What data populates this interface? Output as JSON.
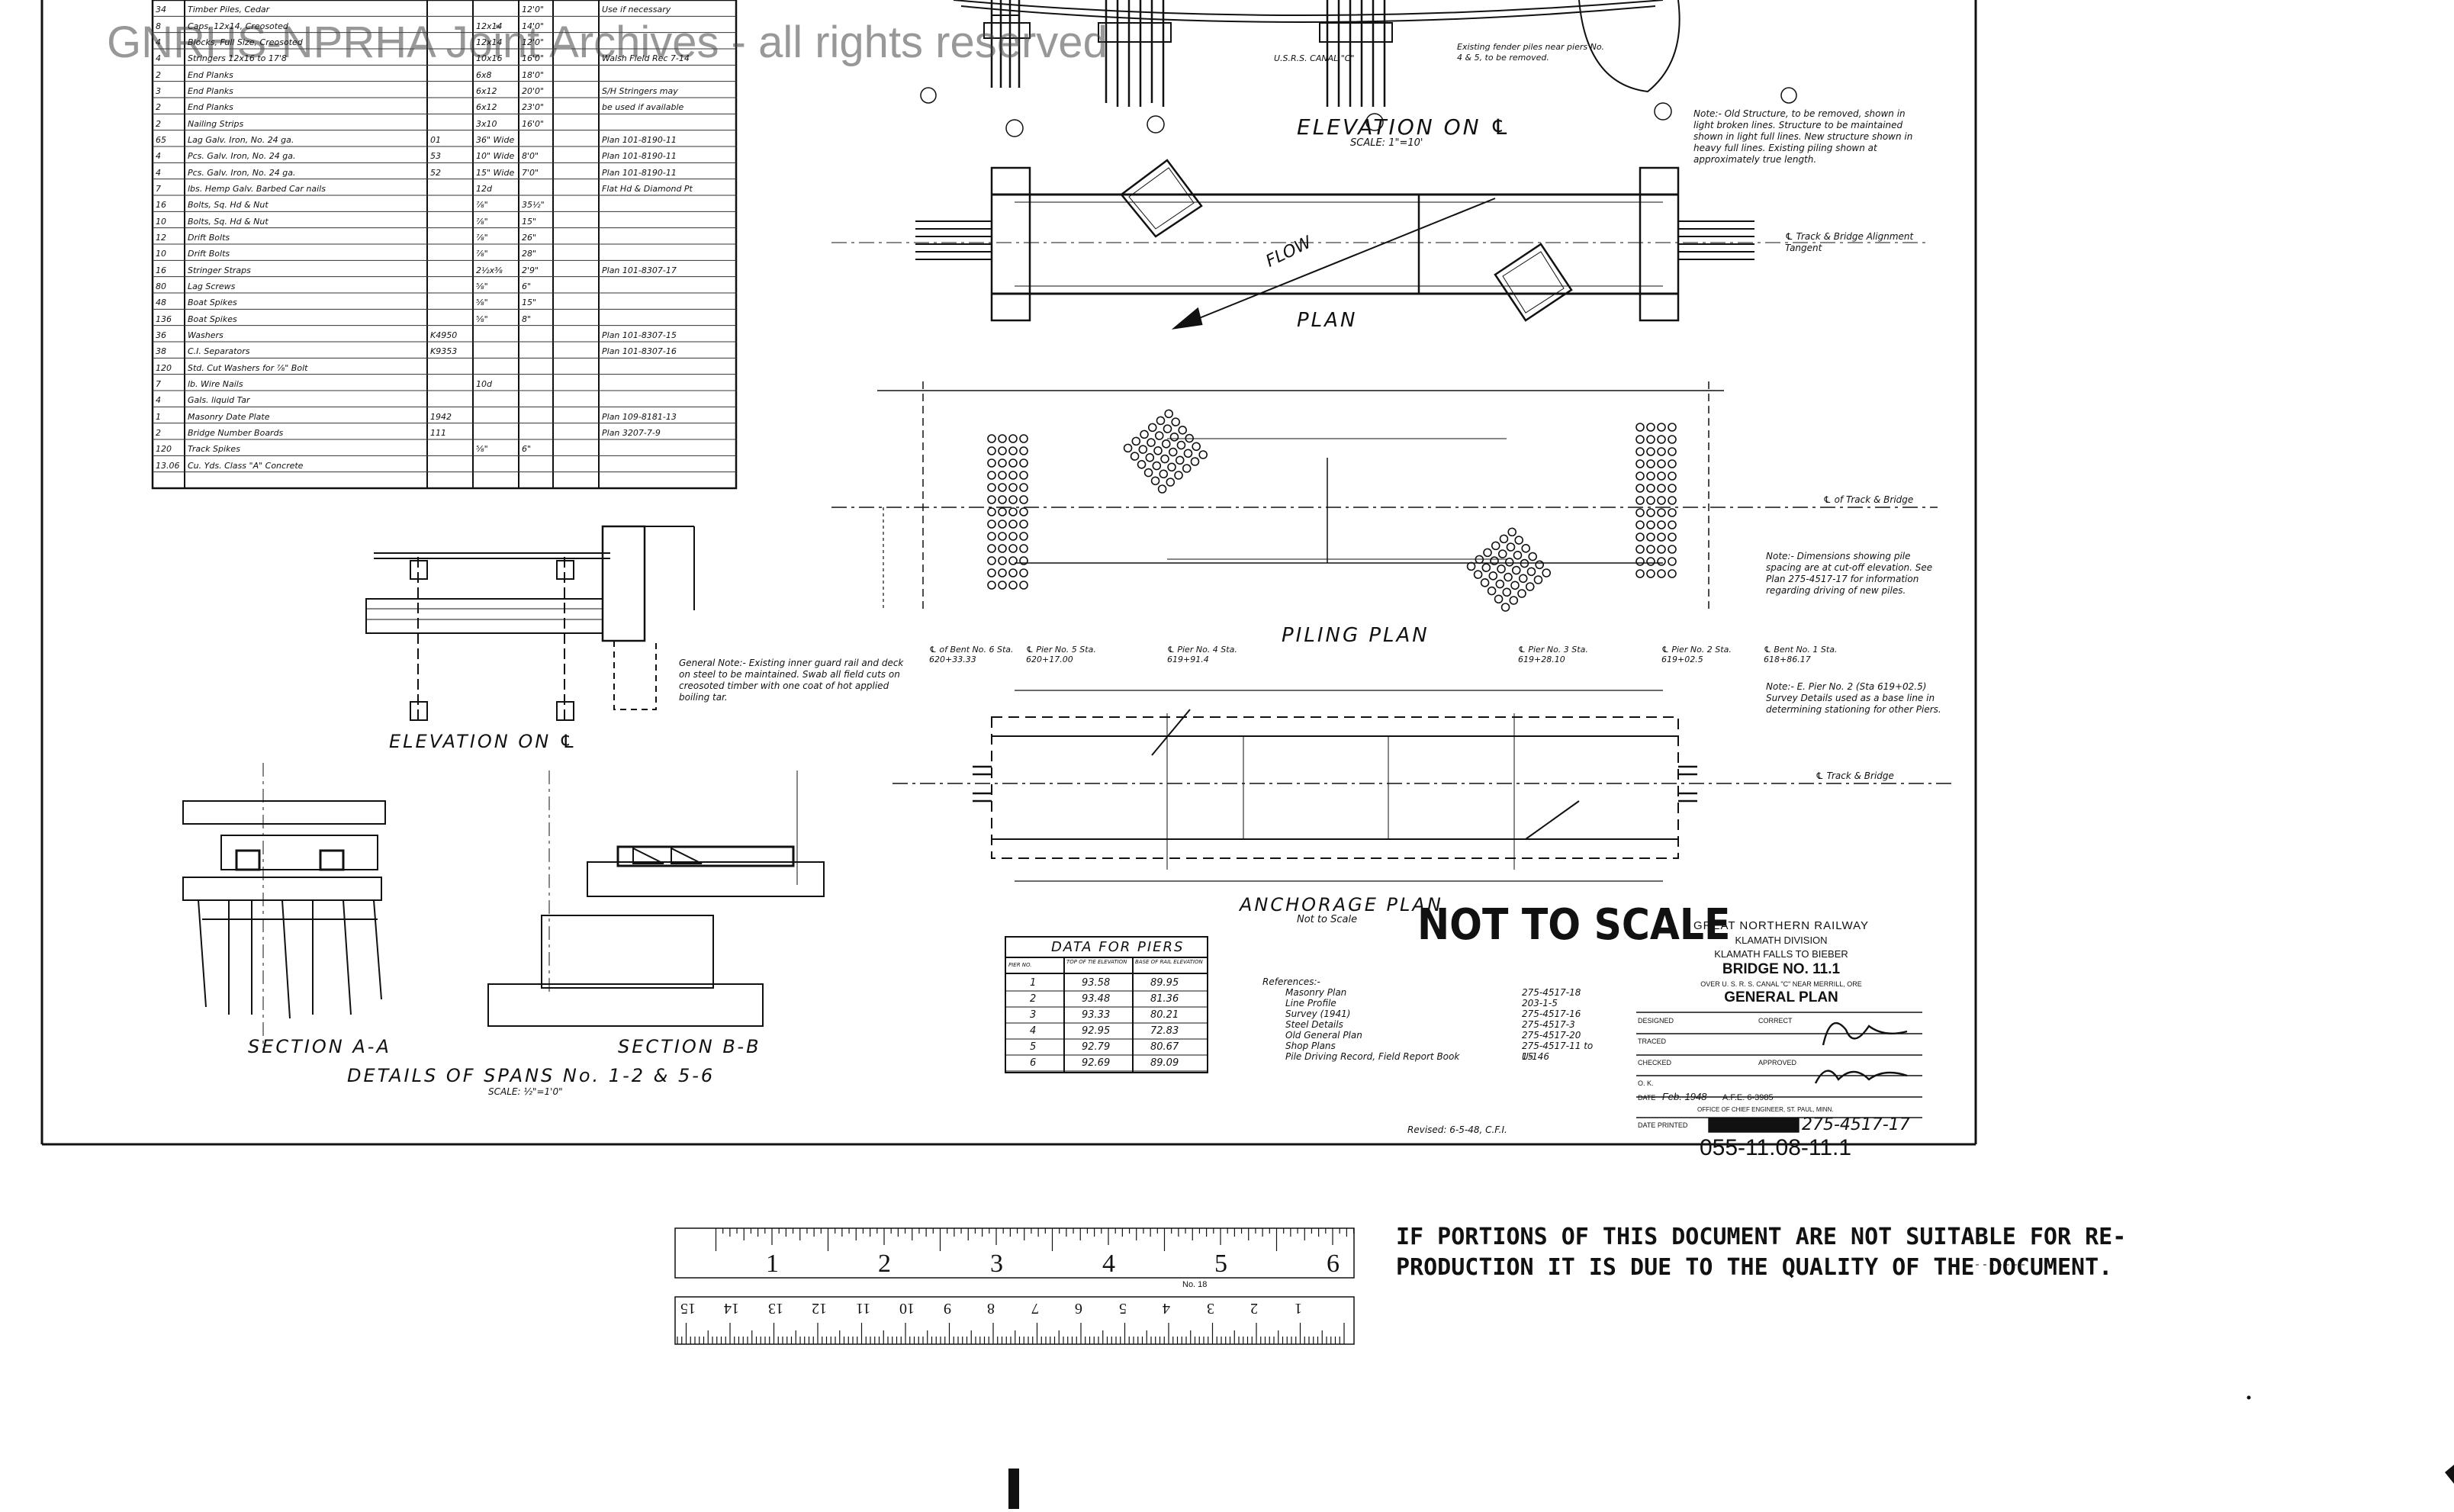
{
  "watermark": "GNRHS-NPRHA Joint Archives - all rights reserved",
  "stamp_scale": "NOT TO SCALE",
  "disclaimer": {
    "line1": "IF PORTIONS OF THIS DOCUMENT ARE NOT SUITABLE FOR RE-",
    "line2": "PRODUCTION IT IS DUE TO THE QUALITY OF THE DOCUMENT."
  },
  "drawing_number": "055-11.08-11.1",
  "title_block": {
    "railway": "GREAT NORTHERN RAILWAY",
    "division": "KLAMATH DIVISION",
    "route": "KLAMATH FALLS TO BIEBER",
    "bridge": "BRIDGE NO. 11.1",
    "over": "OVER U. S. R. S. CANAL \"C\"  NEAR  MERRILL, ORE",
    "plan": "GENERAL  PLAN",
    "designed": "DESIGNED",
    "traced": "TRACED",
    "checked": "CHECKED",
    "ok": "O. K.",
    "correct": "CORRECT",
    "approved": "APPROVED",
    "date": "DATE",
    "date_value": "Feb. 1948",
    "afe": "A.F.E. 6-3985",
    "office": "OFFICE OF CHIEF ENGINEER, ST. PAUL, MINN.",
    "date_printed": "DATE PRINTED",
    "plan_number": "275-4517-17"
  },
  "views": {
    "elevation_c": "ELEVATION ON ℄",
    "elevation_scale": "SCALE: 1\"=10'",
    "plan": "PLAN",
    "piling_plan": "PILING PLAN",
    "anchorage_plan": "ANCHORAGE PLAN",
    "anchorage_scale": "Not to Scale",
    "detail_elevation": "ELEVATION ON ℄",
    "section_aa": "SECTION A-A",
    "section_bb": "SECTION B-B",
    "details_spans": "DETAILS OF SPANS No. 1-2 & 5-6",
    "details_scale": "SCALE: ½\"=1'0\"",
    "flow": "FLOW"
  },
  "piers_table": {
    "title": "DATA FOR PIERS",
    "headers": [
      "PIER NO.",
      "TOP OF TIE ELEVATION",
      "BASE OF RAIL ELEVATION"
    ],
    "rows": [
      [
        "1",
        "93.58",
        "89.95"
      ],
      [
        "2",
        "93.48",
        "81.36"
      ],
      [
        "3",
        "93.33",
        "80.21"
      ],
      [
        "4",
        "92.95",
        "72.83"
      ],
      [
        "5",
        "92.79",
        "80.67"
      ],
      [
        "6",
        "92.69",
        "89.09"
      ]
    ]
  },
  "references": {
    "title": "References:-",
    "items": [
      [
        "Masonry Plan",
        "275-4517-18"
      ],
      [
        "Line Profile",
        "203-1-5"
      ],
      [
        "Survey (1941)",
        "275-4517-16"
      ],
      [
        "Steel Details",
        "275-4517-3"
      ],
      [
        "Old General Plan",
        "275-4517-20"
      ],
      [
        "Shop Plans",
        "275-4517-11 to 15"
      ],
      [
        "Pile Driving Record, Field Report Book",
        "U-146"
      ]
    ],
    "revised": "Revised: 6-5-48, C.F.I."
  },
  "materials": [
    [
      "34",
      "Timber Piles, Cedar",
      "",
      "",
      "12'0\"",
      "",
      "Use if necessary"
    ],
    [
      "8",
      "Caps, 12x14, Creosoted",
      "",
      "12x14",
      "14'0\"",
      "",
      ""
    ],
    [
      "4",
      "Blocks, Full Size, Creosoted",
      "",
      "12x14",
      "12'0\"",
      "",
      ""
    ],
    [
      "4",
      "Stringers 12x16 to 17'8",
      "",
      "10x16",
      "16'0\"",
      "",
      "Walsh Field Rec 7-14"
    ],
    [
      "2",
      "End Planks",
      "",
      "6x8",
      "18'0\"",
      "",
      ""
    ],
    [
      "3",
      "End Planks",
      "",
      "6x12",
      "20'0\"",
      "",
      "S/H Stringers may"
    ],
    [
      "2",
      "End Planks",
      "",
      "6x12",
      "23'0\"",
      "",
      "be used if available"
    ],
    [
      "2",
      "Nailing Strips",
      "",
      "3x10",
      "16'0\"",
      "",
      ""
    ],
    [
      "65",
      "Lag Galv. Iron, No. 24 ga.",
      "01",
      "36\" Wide",
      "",
      "",
      "Plan 101-8190-11"
    ],
    [
      "4",
      "Pcs. Galv. Iron, No. 24 ga.",
      "53",
      "10\" Wide",
      "8'0\"",
      "",
      "Plan 101-8190-11"
    ],
    [
      "4",
      "Pcs. Galv. Iron, No. 24 ga.",
      "52",
      "15\" Wide",
      "7'0\"",
      "",
      "Plan 101-8190-11"
    ],
    [
      "7",
      "lbs. Hemp Galv. Barbed Car nails",
      "",
      "12d",
      "",
      "",
      "Flat Hd & Diamond Pt"
    ],
    [
      "16",
      "Bolts, Sq. Hd & Nut",
      "",
      "⅞\"",
      "35½\"",
      "",
      ""
    ],
    [
      "10",
      "Bolts, Sq. Hd & Nut",
      "",
      "⅞\"",
      "15\"",
      "",
      ""
    ],
    [
      "12",
      "Drift Bolts",
      "",
      "⅞\"",
      "26\"",
      "",
      ""
    ],
    [
      "10",
      "Drift Bolts",
      "",
      "⅞\"",
      "28\"",
      "",
      ""
    ],
    [
      "16",
      "Stringer Straps",
      "",
      "2½x⅜",
      "2'9\"",
      "",
      "Plan 101-8307-17"
    ],
    [
      "80",
      "Lag Screws",
      "",
      "⅝\"",
      "6\"",
      "",
      ""
    ],
    [
      "48",
      "Boat Spikes",
      "",
      "⅝\"",
      "15\"",
      "",
      ""
    ],
    [
      "136",
      "Boat Spikes",
      "",
      "⅝\"",
      "8\"",
      "",
      ""
    ],
    [
      "36",
      "Washers",
      "K4950",
      "",
      "",
      "",
      "Plan 101-8307-15"
    ],
    [
      "38",
      "C.I. Separators",
      "K9353",
      "",
      "",
      "",
      "Plan 101-8307-16"
    ],
    [
      "120",
      "Std. Cut Washers for ⅞\" Bolt",
      "",
      "",
      "",
      "",
      ""
    ],
    [
      "7",
      "lb. Wire Nails",
      "",
      "10d",
      "",
      "",
      ""
    ],
    [
      "4",
      "Gals. liquid Tar",
      "",
      "",
      "",
      "",
      ""
    ],
    [
      "1",
      "Masonry Date Plate",
      "1942",
      "",
      "",
      "",
      "Plan 109-8181-13"
    ],
    [
      "2",
      "Bridge Number Boards",
      "111",
      "",
      "",
      "",
      "Plan 3207-7-9"
    ],
    [
      "120",
      "Track Spikes",
      "",
      "⅝\"",
      "6\"",
      "",
      ""
    ],
    [
      "13.06",
      "Cu. Yds. Class \"A\" Concrete",
      "",
      "",
      "",
      "",
      ""
    ]
  ],
  "ruler": {
    "top_marks": [
      "1",
      "2",
      "3",
      "4",
      "5",
      "6"
    ],
    "bottom_marks": [
      "1",
      "2",
      "3",
      "4",
      "5",
      "6",
      "7",
      "8",
      "9",
      "10",
      "11",
      "12",
      "13",
      "14",
      "15"
    ],
    "maker": "No. 18"
  },
  "notes": {
    "n1": "Note:- Old Structure, to be removed, shown in light broken lines. Structure to be maintained shown in light full lines. New structure shown in heavy full lines. Existing piling shown at approximately true length.",
    "n2": "Note:- Dimensions showing pile spacing are at cut-off elevation. See Plan 275-4517-17 for information regarding driving of new piles.",
    "n3": "Note:- E. Pier No. 2 (Sta 619+02.5) Survey Details used as a base line in determining stationing for other Piers.",
    "general": "General Note:- Existing inner guard rail and deck on steel to be maintained. Swab all field cuts on creosoted timber with one coat of hot applied boiling tar.",
    "canal": "U.S.R.S. CANAL \"C\"",
    "fender": "Existing fender piles near piers No. 4 & 5, to be removed.",
    "track_bridge": "℄ Track & Bridge Alignment Tangent",
    "track_bridge2": "℄ of Track & Bridge",
    "track_bridge3": "℄ Track & Bridge",
    "bents": [
      "℄ of Bent No. 6 Sta. 620+33.33",
      "℄ Pier No. 5 Sta. 620+17.00",
      "℄ Pier No. 4 Sta. 619+91.4",
      "℄ Pier No. 3 Sta. 619+28.10",
      "℄ Pier No. 2 Sta. 619+02.5",
      "℄ Bent No. 1 Sta. 618+86.17"
    ]
  }
}
